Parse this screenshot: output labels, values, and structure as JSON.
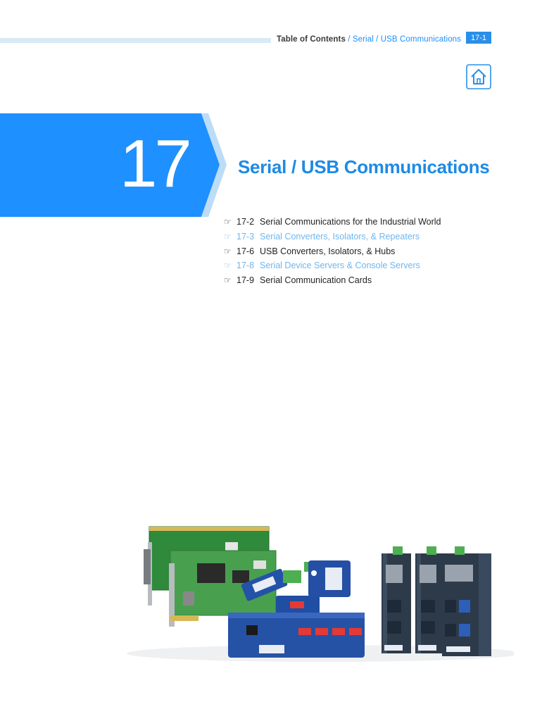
{
  "header": {
    "toc_label": "Table of Contents",
    "separator": " / ",
    "breadcrumb": "Serial / USB Communications",
    "page_number": "17-1"
  },
  "home_icon": "home-icon",
  "chapter": {
    "number": "17",
    "title": "Serial / USB Communications"
  },
  "toc": [
    {
      "page": "17-2",
      "label": "Serial Communications for the Industrial World",
      "style": "dark"
    },
    {
      "page": "17-3",
      "label": "Serial Converters, Isolators, & Repeaters",
      "style": "light"
    },
    {
      "page": "17-6",
      "label": "USB Converters, Isolators, & Hubs",
      "style": "dark"
    },
    {
      "page": "17-8",
      "label": "Serial Device Servers & Console Servers",
      "style": "light"
    },
    {
      "page": "17-9",
      "label": "Serial Communication Cards",
      "style": "dark"
    }
  ],
  "colors": {
    "accent": "#1e8ae6",
    "banner": "#1e90ff",
    "link_light": "#6fb6ee",
    "rule": "#d9eaf5"
  }
}
